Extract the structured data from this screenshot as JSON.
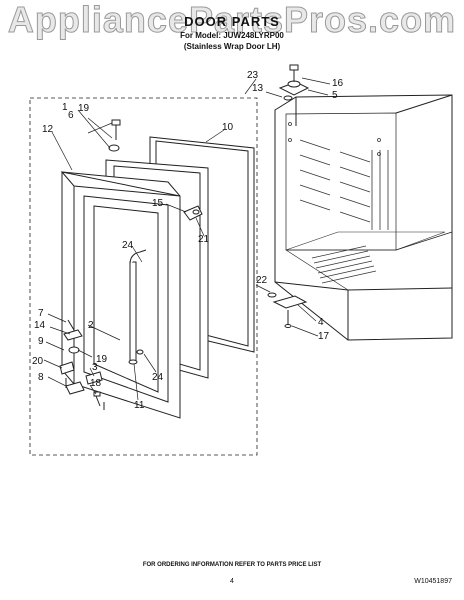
{
  "watermark": "AppliancePartsPros.com",
  "header": {
    "title": "DOOR PARTS",
    "model_line": "For Model: JUW248LYRP00",
    "variant_line": "(Stainless Wrap Door LH)"
  },
  "callouts": {
    "c1": "1",
    "c2": "2",
    "c3": "3",
    "c4": "4",
    "c5": "5",
    "c6": "6",
    "c7": "7",
    "c8": "8",
    "c9": "9",
    "c10": "10",
    "c11": "11",
    "c12": "12",
    "c13": "13",
    "c14": "14",
    "c15": "15",
    "c16": "16",
    "c17": "17",
    "c18": "18",
    "c19a": "19",
    "c19b": "19",
    "c20": "20",
    "c21": "21",
    "c22": "22",
    "c23": "23",
    "c24a": "24",
    "c24b": "24"
  },
  "footer": {
    "ordering_info": "FOR ORDERING INFORMATION REFER TO PARTS PRICE LIST",
    "page_number": "4",
    "doc_code": "W10451897"
  }
}
